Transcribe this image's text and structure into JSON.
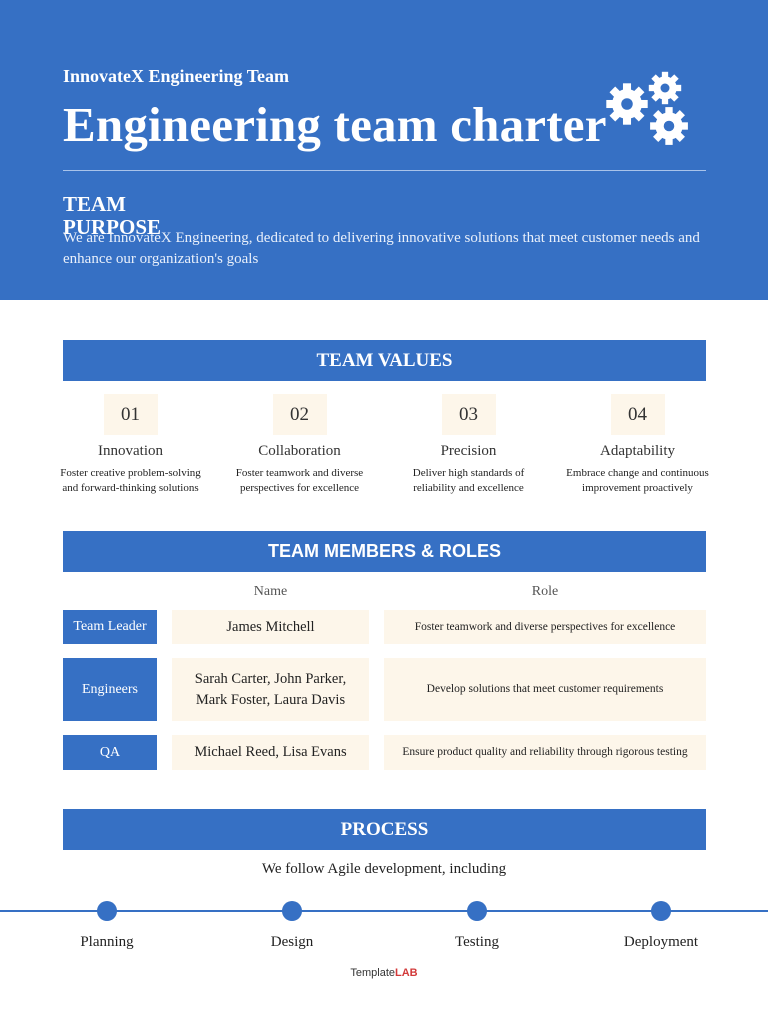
{
  "header": {
    "subtitle": "InnovateX Engineering Team",
    "title": "Engineering team charter",
    "gears_icon": "gears-icon",
    "purpose_heading": "TEAM PURPOSE",
    "purpose_text": "We are InnovateX Engineering, dedicated to delivering innovative solutions that meet customer needs and enhance our organization's goals"
  },
  "values": {
    "heading": "TEAM VALUES",
    "items": [
      {
        "num": "01",
        "name": "Innovation",
        "desc": "Foster creative problem-solving\nand forward-thinking solutions"
      },
      {
        "num": "02",
        "name": "Collaboration",
        "desc": "Foster teamwork and diverse perspectives for excellence"
      },
      {
        "num": "03",
        "name": "Precision",
        "desc": "Deliver high standards of reliability and excellence"
      },
      {
        "num": "04",
        "name": "Adaptability",
        "desc": "Embrace change and continuous improvement proactively"
      }
    ]
  },
  "members": {
    "heading": "TEAM MEMBERS & ROLES",
    "col_name": "Name",
    "col_role": "Role",
    "rows": [
      {
        "tag": "Team Leader",
        "names": "James Mitchell",
        "duty": "Foster teamwork and diverse perspectives for excellence"
      },
      {
        "tag": "Engineers",
        "names": "Sarah Carter, John Parker,\nMark Foster, Laura Davis",
        "duty": "Develop solutions that meet customer requirements"
      },
      {
        "tag": "QA",
        "names": "Michael Reed, Lisa Evans",
        "duty": "Ensure product quality and reliability through rigorous testing"
      }
    ]
  },
  "process": {
    "heading": "PROCESS",
    "intro": "We follow Agile development, including",
    "steps": [
      "Planning",
      "Design",
      "Testing",
      "Deployment"
    ]
  },
  "brand": {
    "part1": "Template",
    "part2": "LAB"
  },
  "colors": {
    "accent": "#3670c4",
    "cream": "#fdf6ea",
    "brand_red": "#d23a3a"
  }
}
